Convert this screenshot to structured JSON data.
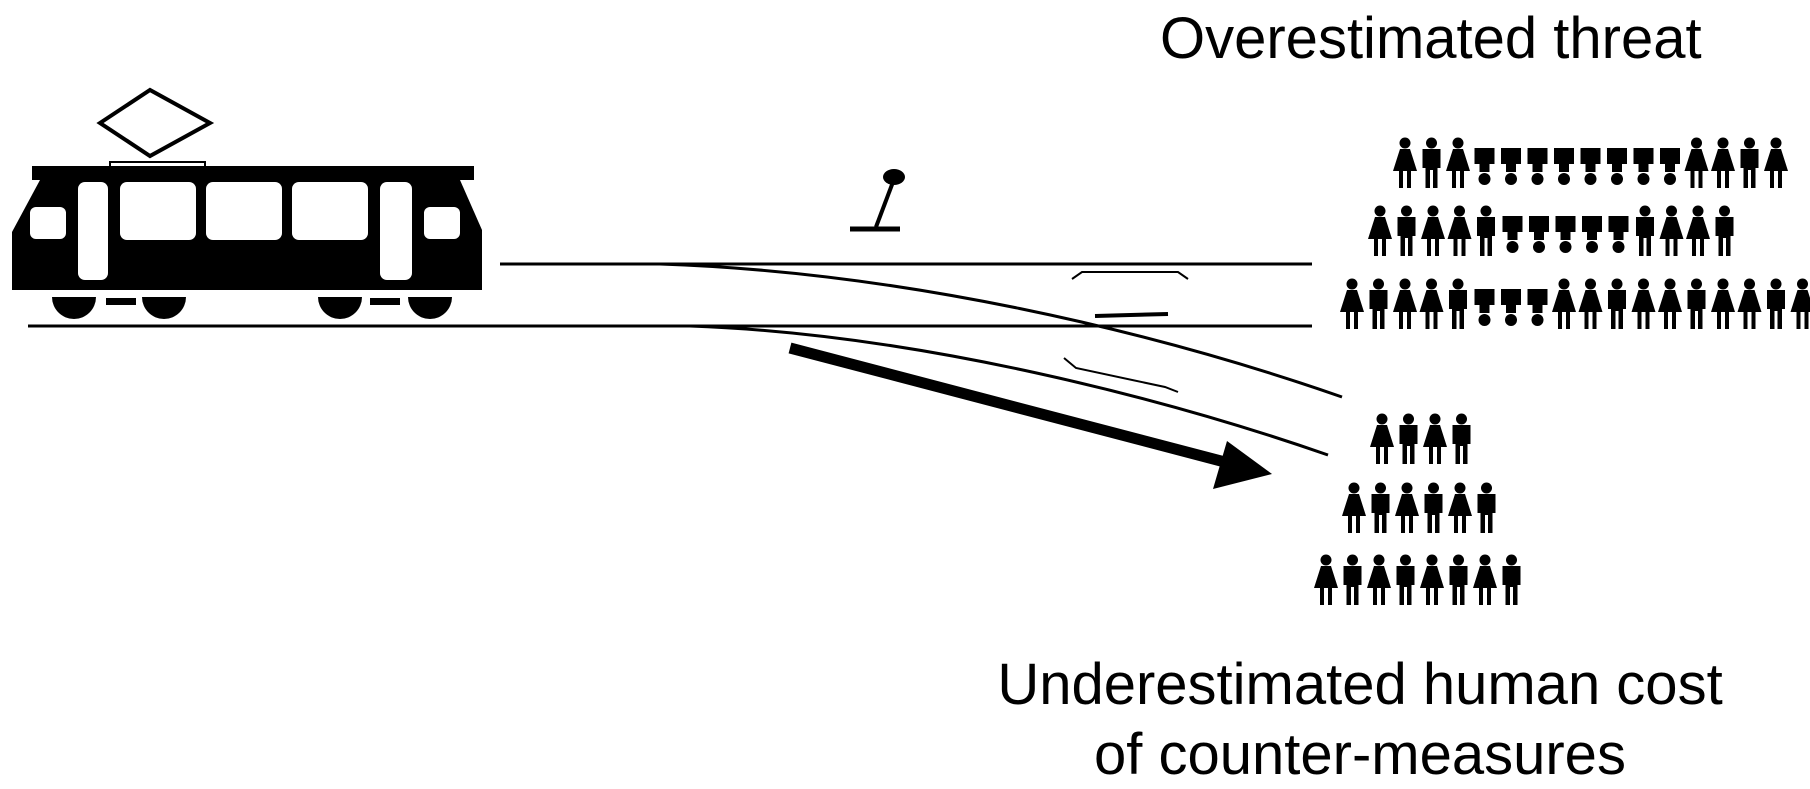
{
  "labels": {
    "top": "Overestimated threat",
    "bottom_line1": "Underestimated human cost",
    "bottom_line2": "of counter-measures"
  },
  "colors": {
    "ink": "#000000",
    "background": "#ffffff"
  },
  "icons": {
    "vehicle": "tram-icon",
    "lever": "track-switch-lever-icon",
    "people": "person-icon",
    "direction": "arrow-icon"
  },
  "groups": {
    "upper_people_rows": [
      15,
      14,
      18
    ],
    "lower_people_rows": [
      4,
      6,
      8
    ]
  }
}
